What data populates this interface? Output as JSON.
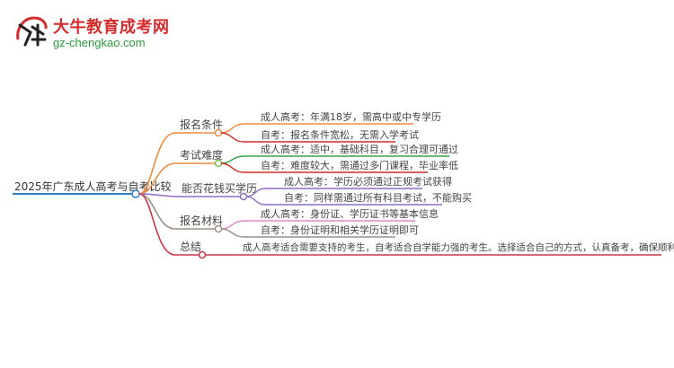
{
  "logo": {
    "mark_text": "大牛",
    "title": "大牛教育成考网",
    "url": "gz-chengkao.com"
  },
  "mindmap": {
    "root": "2025年广东成人高考与自考比较",
    "branches": [
      {
        "label": "报名条件",
        "color": "#f08a3c",
        "items": [
          "成人高考：年满18岁，需高中或中专学历",
          "自考：报名条件宽松，无需入学考试"
        ]
      },
      {
        "label": "考试难度",
        "color": "#7cbf4a",
        "items": [
          "成人高考：适中，基础科目，复习合理可通过",
          "自考：难度较大，需通过多门课程，毕业率低"
        ]
      },
      {
        "label": "能否花钱买学历",
        "color": "#8e6cc6",
        "items": [
          "成人高考：学历必须通过正规考试获得",
          "自考：同样需通过所有科目考试，不能购买"
        ]
      },
      {
        "label": "报名材料",
        "color": "#9a8f86",
        "items": [
          "成人高考：身份证、学历证书等基本信息",
          "自考：身份证明和相关学历证明即可"
        ]
      },
      {
        "label": "总结",
        "color": "#c9374a",
        "items": [
          "成人高考适合需要支持的考生，自考适合自学能力强的考生。选择适合自己的方式，认真备考，确保顺利通过考试。"
        ]
      }
    ],
    "root_color": "#2f7fc4"
  }
}
